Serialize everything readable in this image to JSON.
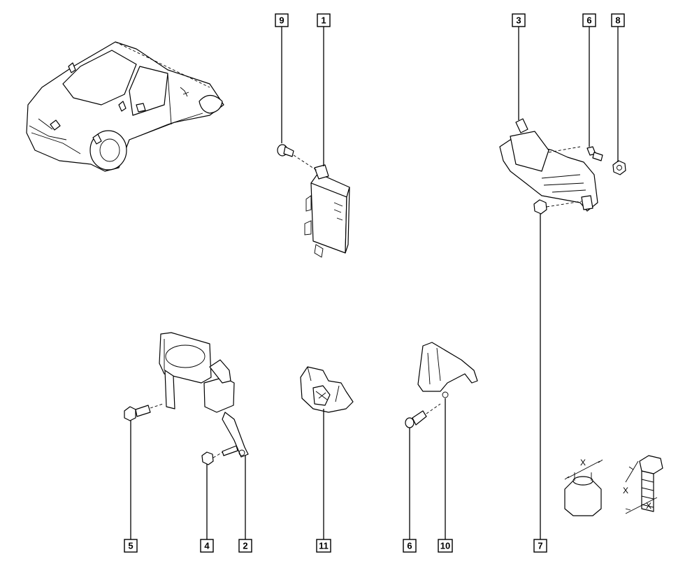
{
  "callouts": {
    "c9_top": "9",
    "c1_top": "1",
    "c3_top": "3",
    "c6_top": "6",
    "c8_top": "8",
    "c5_bottom": "5",
    "c4_bottom": "4",
    "c2_bottom": "2",
    "c11_bottom": "11",
    "c6_bottom": "6",
    "c10_bottom": "10",
    "c7_bottom": "7"
  },
  "dimension_marks": {
    "nut_x": "X",
    "bolt_x_side": "X",
    "bolt_x_bottom": "X"
  }
}
